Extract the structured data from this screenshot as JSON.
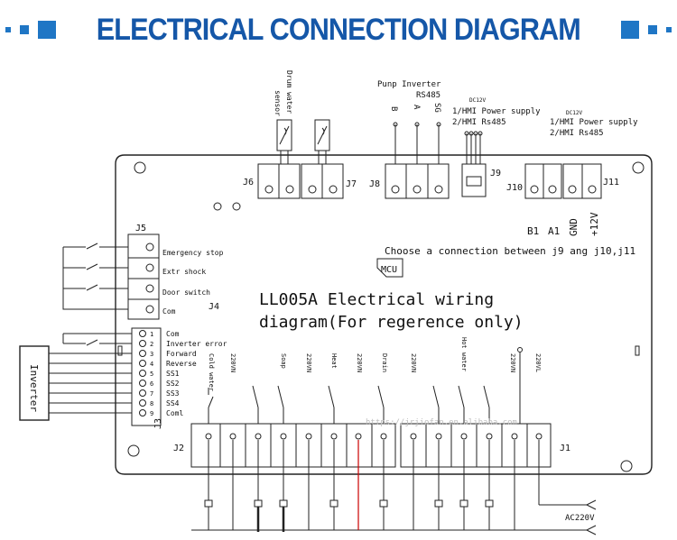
{
  "header": {
    "title": "ELECTRICAL CONNECTION DIAGRAM"
  },
  "sensor": {
    "drum_water_line1": "Drum water",
    "drum_water_line2": "sensor"
  },
  "pump_inverter": {
    "title": "Punp Inverter",
    "rs485": "RS485",
    "pins": [
      "B",
      "A",
      "SG"
    ]
  },
  "dc_blocks": [
    {
      "voltage": "DC12V",
      "line1": "1/HMI Power supply",
      "line2": "2/HMI Rs485"
    },
    {
      "voltage": "DC12V",
      "line1": "1/HMI Power supply",
      "line2": "2/HMI Rs485"
    }
  ],
  "connectors": {
    "j6": "J6",
    "j7": "J7",
    "j8": "J8",
    "j9": "J9",
    "j10": "J10",
    "j11": "J11",
    "j5": "J5",
    "j4": "J4",
    "j3": "J3",
    "j2": "J2",
    "j1": "J1"
  },
  "power_pins": [
    "B1",
    "A1",
    "GND",
    "+12V"
  ],
  "connection_note": "Choose a connection between j9 ang j10,j11",
  "mcu_label": "MCU",
  "board_title_line1": "LL005A Electrical wiring",
  "board_title_line2": "diagram(For regerence only)",
  "j5_labels": [
    "Emergency stop",
    "Extr shock",
    "Door switch",
    "Com"
  ],
  "j3_labels": [
    "Com",
    "Inverter error",
    "Forward",
    "Reverse",
    "SS1",
    "SS2",
    "SS3",
    "SS4",
    "Coml"
  ],
  "j3_numbers": [
    "1",
    "2",
    "3",
    "4",
    "5",
    "6",
    "7",
    "8",
    "9"
  ],
  "inverter_label": "Inverter",
  "bottom_labels": [
    "Cold water",
    "220VN",
    "Soap",
    "220VN",
    "Heat",
    "220VN",
    "Drain",
    "220VN",
    "Hot water",
    "220VN",
    "220VL"
  ],
  "ac_label": "AC220V",
  "watermark": "https://jrjiofan.en.alibaba.com"
}
